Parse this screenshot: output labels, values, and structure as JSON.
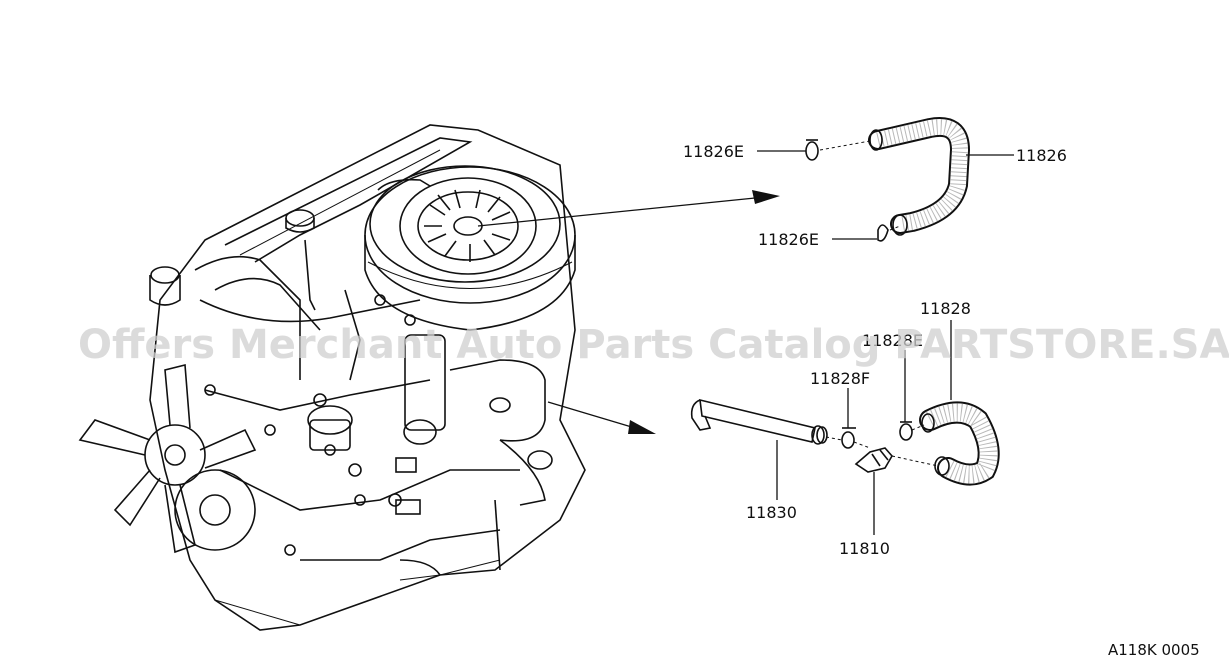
{
  "diagram": {
    "watermark": "Offers Merchant Auto Parts Catalog PARTSTORE.SA",
    "figure_code": "A118K 0005",
    "parts": [
      {
        "id": "11826E_a",
        "label": "11826E"
      },
      {
        "id": "11826",
        "label": "11826"
      },
      {
        "id": "11826E_b",
        "label": "11826E"
      },
      {
        "id": "11828",
        "label": "11828"
      },
      {
        "id": "11828E",
        "label": "11828E"
      },
      {
        "id": "11828F",
        "label": "11828F"
      },
      {
        "id": "11830",
        "label": "11830"
      },
      {
        "id": "11810",
        "label": "11810"
      }
    ]
  }
}
